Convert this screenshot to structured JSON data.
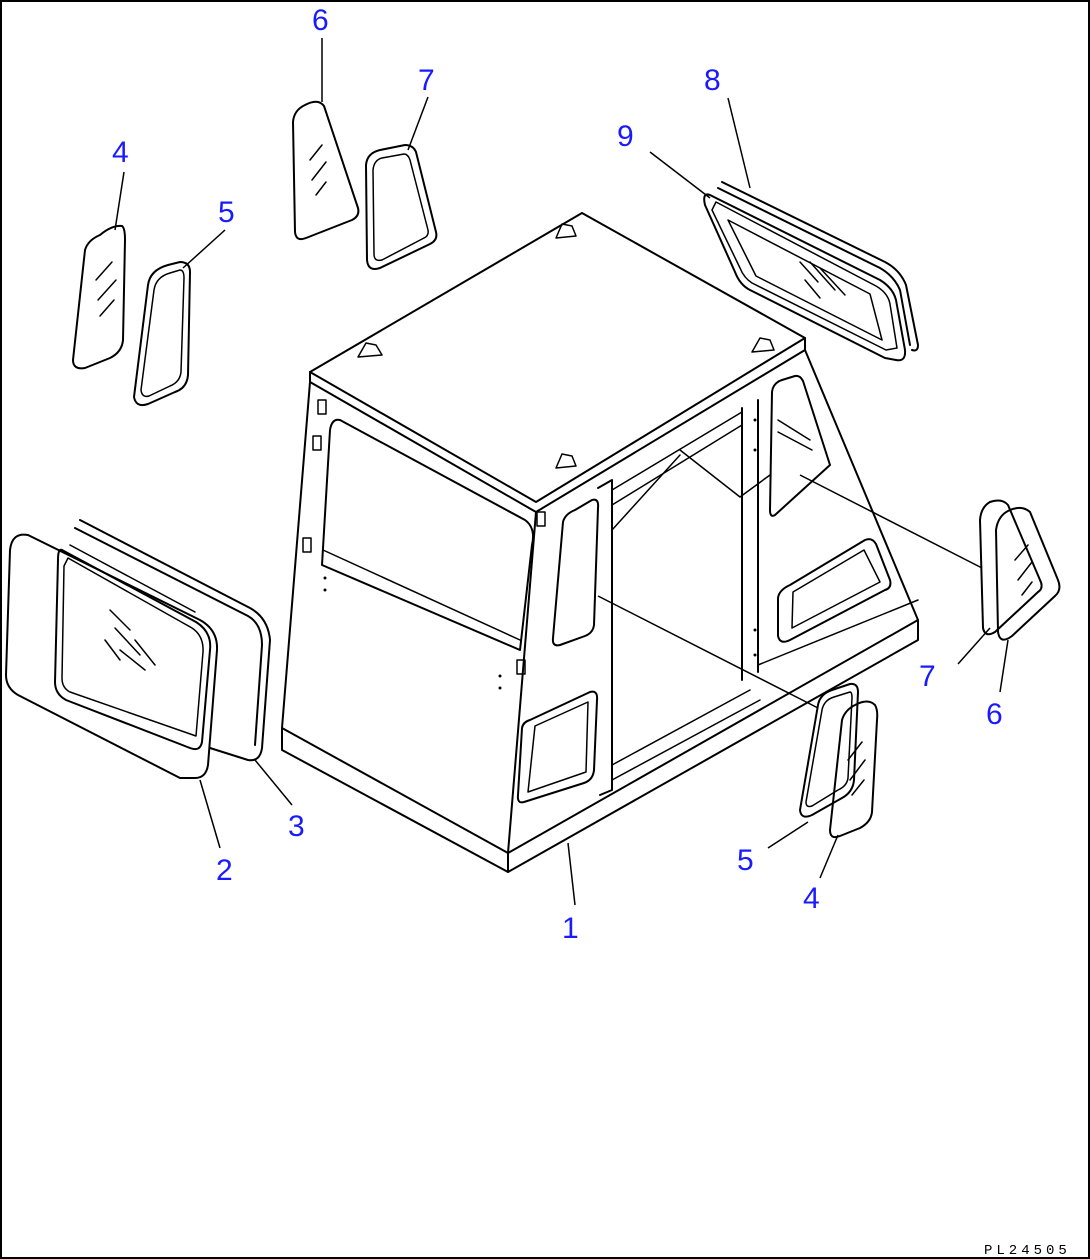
{
  "drawing_code": "PL24505",
  "callouts": [
    {
      "id": "c1",
      "label": "1"
    },
    {
      "id": "c2",
      "label": "2"
    },
    {
      "id": "c3",
      "label": "3"
    },
    {
      "id": "c4a",
      "label": "4"
    },
    {
      "id": "c5a",
      "label": "5"
    },
    {
      "id": "c6a",
      "label": "6"
    },
    {
      "id": "c7a",
      "label": "7"
    },
    {
      "id": "c8",
      "label": "8"
    },
    {
      "id": "c9",
      "label": "9"
    },
    {
      "id": "c7b",
      "label": "7"
    },
    {
      "id": "c6b",
      "label": "6"
    },
    {
      "id": "c5b",
      "label": "5"
    },
    {
      "id": "c4b",
      "label": "4"
    }
  ],
  "colors": {
    "callout": "#1a1aff",
    "line": "#000000",
    "background": "#ffffff"
  }
}
